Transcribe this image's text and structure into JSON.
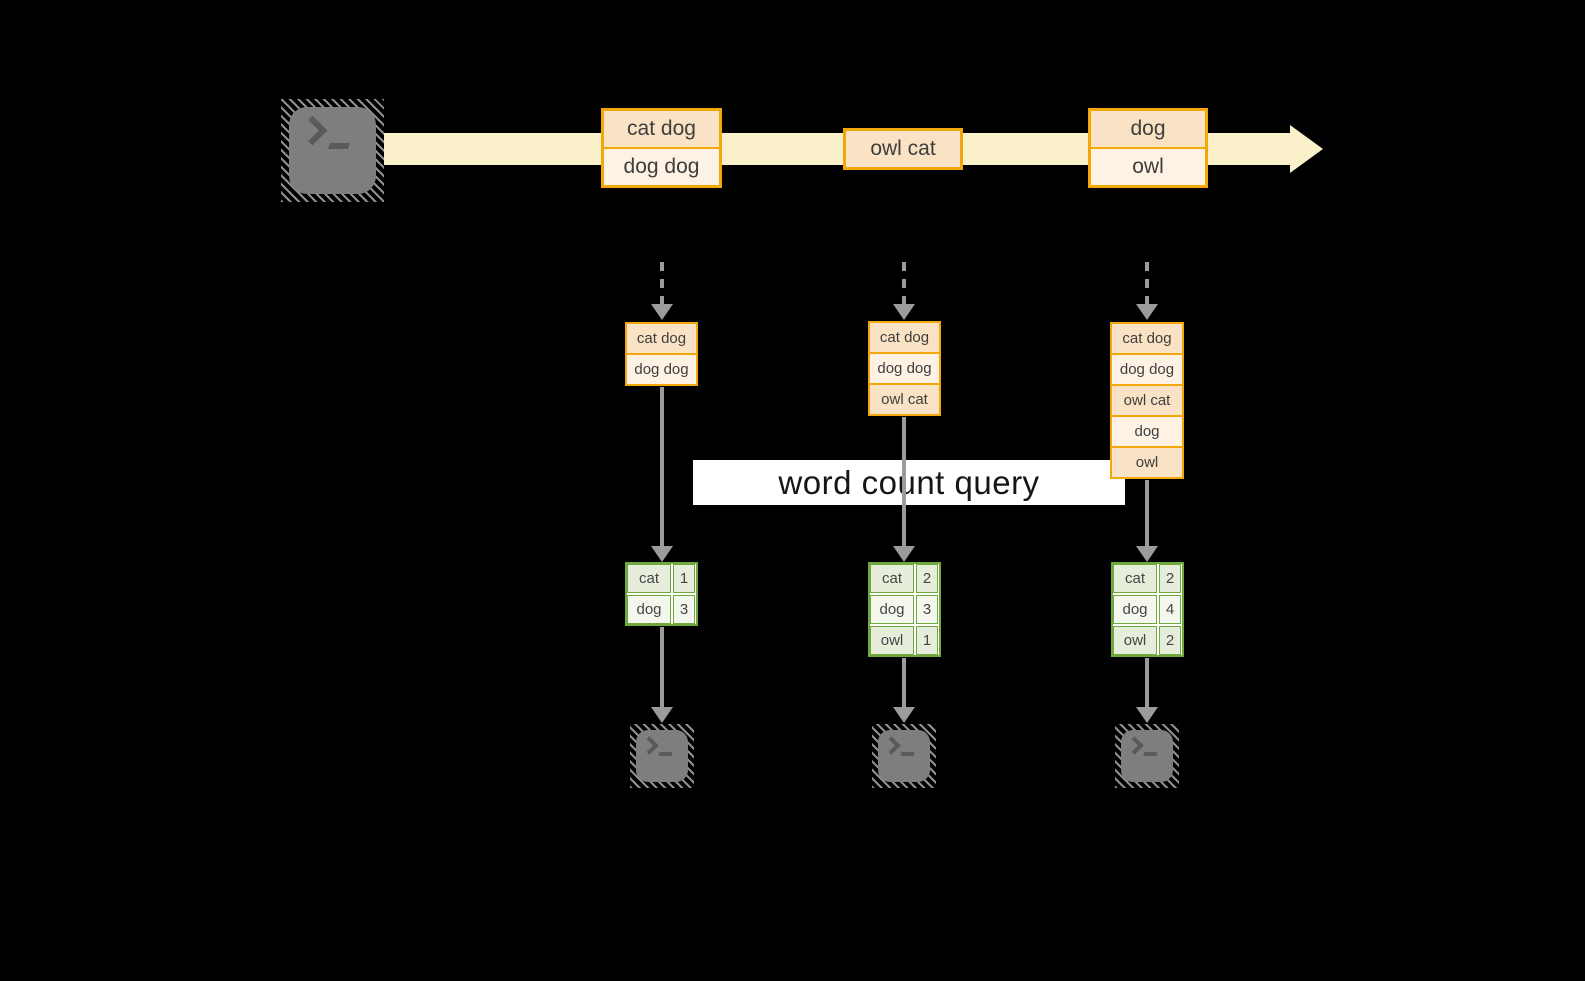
{
  "diagram_title": "stream word count query diagram",
  "query": {
    "label": "word count query"
  },
  "stream": {
    "source_icon": "terminal",
    "direction": "left-to-right",
    "batches": [
      {
        "lines": [
          "cat dog",
          "dog dog"
        ]
      },
      {
        "lines": [
          "owl cat"
        ]
      },
      {
        "lines": [
          "dog",
          "owl"
        ]
      }
    ]
  },
  "buffers": [
    {
      "lines": [
        "cat dog",
        "dog dog"
      ]
    },
    {
      "lines": [
        "cat dog",
        "dog dog",
        "owl cat"
      ]
    },
    {
      "lines": [
        "cat dog",
        "dog dog",
        "owl cat",
        "dog",
        "owl"
      ]
    }
  ],
  "results": [
    {
      "rows": [
        {
          "word": "cat",
          "count": "1"
        },
        {
          "word": "dog",
          "count": "3"
        }
      ]
    },
    {
      "rows": [
        {
          "word": "cat",
          "count": "2"
        },
        {
          "word": "dog",
          "count": "3"
        },
        {
          "word": "owl",
          "count": "1"
        }
      ]
    },
    {
      "rows": [
        {
          "word": "cat",
          "count": "2"
        },
        {
          "word": "dog",
          "count": "4"
        },
        {
          "word": "owl",
          "count": "2"
        }
      ]
    }
  ],
  "sink_icons": [
    "terminal",
    "terminal",
    "terminal"
  ],
  "colors": {
    "background": "#000000",
    "stream_band": "#FAF1CB",
    "record_border": "#F2A70A",
    "record_fill_dark": "#FAE3C4",
    "record_fill_light": "#FDF2E3",
    "table_border": "#6FA83C",
    "table_fill_dark": "#E6EEDB",
    "table_fill_light": "#F3F7EE",
    "arrow": "#9B9B9B",
    "terminal_fill": "#7E7E7E",
    "banner_bg": "#FFFFFF",
    "banner_text": "#161616"
  }
}
